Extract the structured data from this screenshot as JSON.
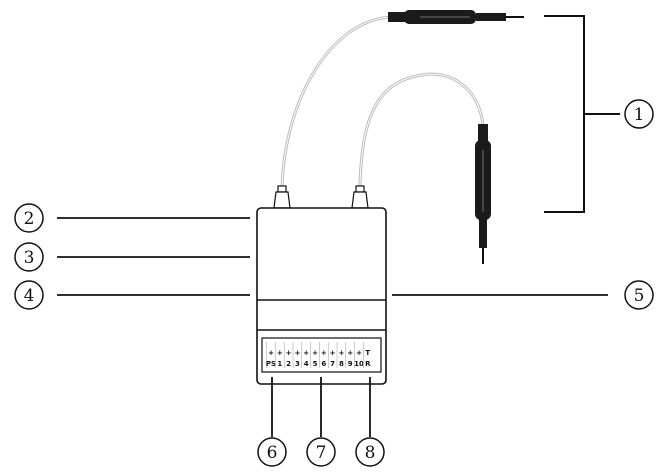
{
  "callouts": [
    "1",
    "2",
    "3",
    "4",
    "5",
    "6",
    "7",
    "8"
  ],
  "pins": [
    {
      "plus": "+",
      "label": "PS"
    },
    {
      "plus": "+",
      "label": "1"
    },
    {
      "plus": "+",
      "label": "2"
    },
    {
      "plus": "+",
      "label": "3"
    },
    {
      "plus": "+",
      "label": "4"
    },
    {
      "plus": "+",
      "label": "5"
    },
    {
      "plus": "+",
      "label": "6"
    },
    {
      "plus": "+",
      "label": "7"
    },
    {
      "plus": "+",
      "label": "8"
    },
    {
      "plus": "+",
      "label": "9"
    },
    {
      "plus": "+",
      "label": "10"
    },
    {
      "plus": "T",
      "label": "R"
    }
  ],
  "colors": {
    "line": "#111111",
    "antenna_tip": "#1a1a1a",
    "body": "#ffffff",
    "cable": "#bbbbbb"
  }
}
